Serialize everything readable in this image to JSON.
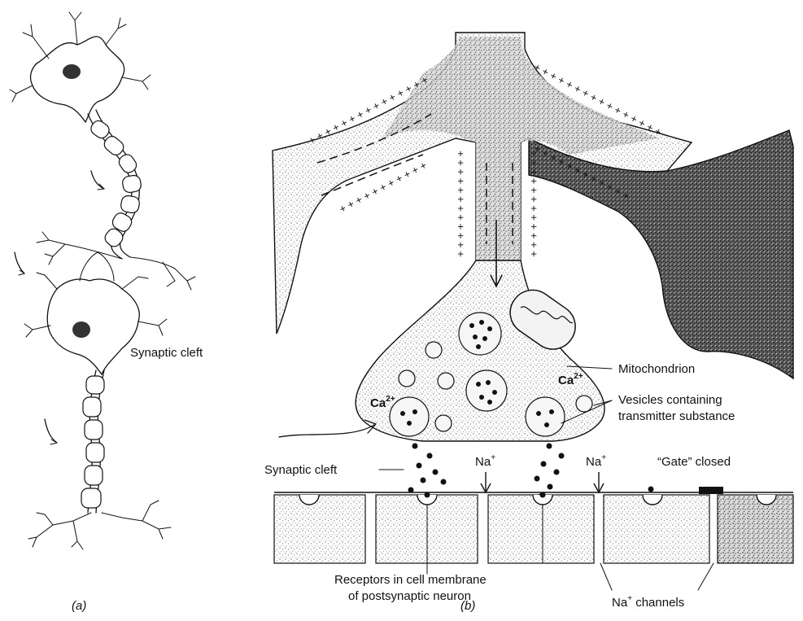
{
  "figure": {
    "panel_a": {
      "caption": "(a)",
      "label_synaptic_cleft": "Synaptic cleft"
    },
    "panel_b": {
      "caption": "(b)",
      "labels": {
        "mitochondrion": "Mitochondrion",
        "vesicles_line1": "Vesicles containing",
        "vesicles_line2": "transmitter substance",
        "synaptic_cleft": "Synaptic cleft",
        "na_left": "Na",
        "na_right": "Na",
        "na_sup": "+",
        "gate_closed": "“Gate” closed",
        "receptors_line1": "Receptors in cell membrane",
        "receptors_line2": "of postsynaptic neuron",
        "na_channels_prefix": "Na",
        "na_channels_sup": "+",
        "na_channels_suffix": " channels",
        "ca_left": "Ca",
        "ca_right": "Ca",
        "ca_sup": "2+"
      }
    }
  }
}
